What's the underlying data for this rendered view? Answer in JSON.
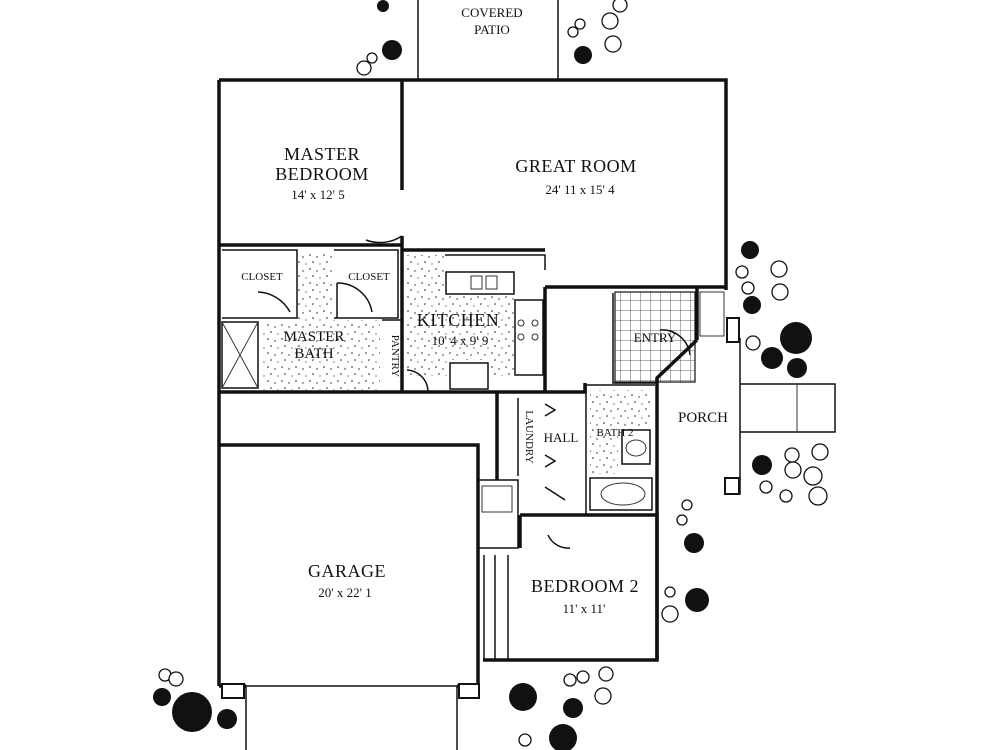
{
  "plan": {
    "rooms": {
      "covered_patio": {
        "line1": "COVERED",
        "line2": "PATIO"
      },
      "master_bedroom": {
        "line1": "MASTER",
        "line2": "BEDROOM",
        "dims": "14' x 12' 5"
      },
      "great_room": {
        "name": "GREAT ROOM",
        "dims": "24' 11 x 15' 4"
      },
      "closet_left": {
        "name": "CLOSET"
      },
      "closet_right": {
        "name": "CLOSET"
      },
      "master_bath": {
        "line1": "MASTER",
        "line2": "BATH"
      },
      "pantry": {
        "name": "PANTRY"
      },
      "kitchen": {
        "name": "KITCHEN",
        "dims": "10' 4 x 9' 9"
      },
      "entry": {
        "name": "ENTRY"
      },
      "porch": {
        "name": "PORCH"
      },
      "laundry": {
        "name": "LAUNDRY"
      },
      "hall": {
        "name": "HALL"
      },
      "bath2": {
        "name": "BATH 2"
      },
      "garage": {
        "name": "GARAGE",
        "dims": "20' x 22' 1"
      },
      "bedroom2": {
        "name": "BEDROOM 2",
        "dims": "11' x 11'"
      }
    }
  }
}
